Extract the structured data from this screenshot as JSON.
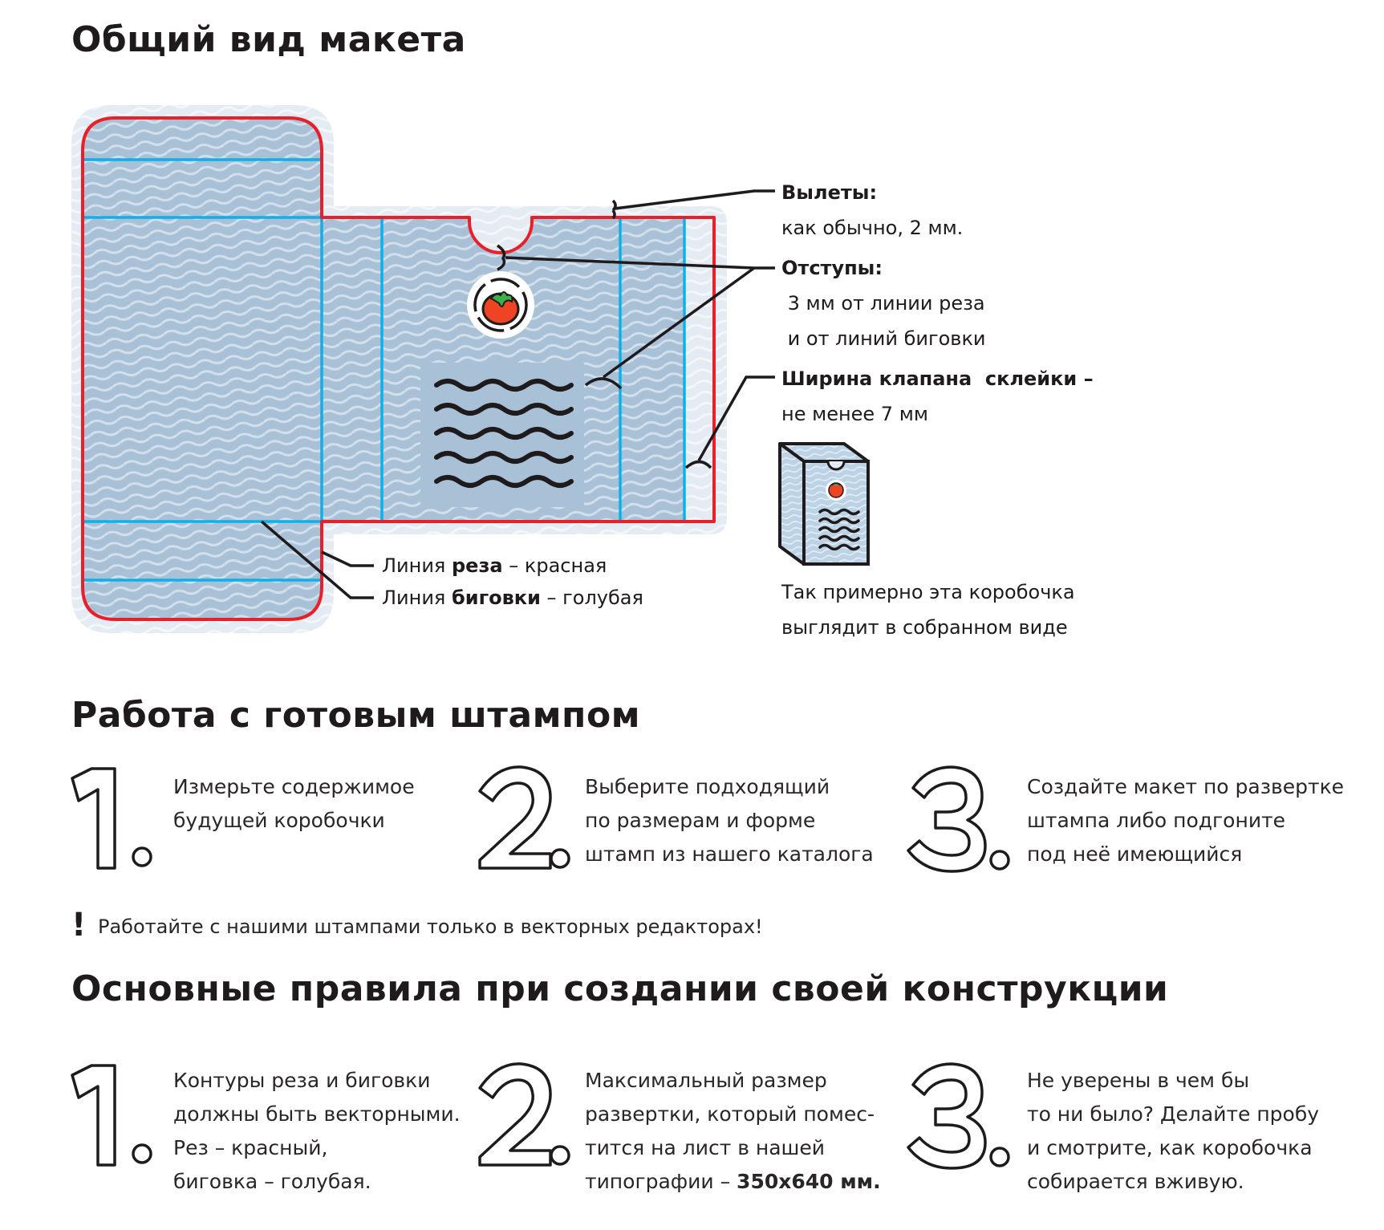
{
  "section1": {
    "title": "Общий вид макета",
    "annotations": {
      "bleed_title": "Вылеты:",
      "bleed_text": "как обычно, 2 мм.",
      "margins_title": "Отступы:",
      "margins_line1": " 3 мм от линии реза",
      "margins_line2": " и от линий биговки",
      "flap_title": "Ширина клапана  склейки –",
      "flap_text": "не менее 7 мм",
      "cut_line_prefix": "Линия ",
      "cut_line_bold": "реза",
      "cut_line_suffix": " – красная",
      "fold_line_prefix": "Линия ",
      "fold_line_bold": "биговки",
      "fold_line_suffix": " – голубая",
      "assembled_line1": "Так примерно эта коробочка",
      "assembled_line2": "выглядит в собранном виде"
    },
    "colors": {
      "cut_line": "#e8202a",
      "fold_line": "#0db0ea",
      "panel_fill": "#a8c1d7",
      "bleed_fill": "#e4ebf2",
      "wave_pattern": "#d3e0ec",
      "logo_tomato": "#ee4423",
      "logo_leaf": "#3fae49",
      "ink": "#1f1b1c"
    },
    "icons": {
      "logo": "tomato-logo-icon",
      "text_placeholder": "wavy-lines-icon",
      "assembled_box": "box-3d-icon"
    }
  },
  "section2": {
    "title": "Работа с готовым штампом",
    "steps": [
      {
        "number": "1",
        "lines": [
          "Измерьте содержимое",
          "будущей коробочки"
        ]
      },
      {
        "number": "2",
        "lines": [
          "Выберите подходящий",
          "по размерам и форме",
          "штамп из нашего каталога"
        ]
      },
      {
        "number": "3",
        "lines": [
          "Создайте макет по развертке",
          "штампа либо подгоните",
          "под неё имеющийся"
        ]
      }
    ],
    "warning_icon": "!",
    "warning_text": "Работайте с нашими штампами только в векторных редакторах!"
  },
  "section3": {
    "title": "Основные правила при создании своей конструкции",
    "steps": [
      {
        "number": "1",
        "lines": [
          "Контуры реза и биговки",
          "должны быть векторными.",
          "Рез – красный,",
          "биговка – голубая."
        ]
      },
      {
        "number": "2",
        "lines": [
          "Максимальный размер",
          "развертки, который помес-",
          "тится на лист в нашей"
        ],
        "last_line_prefix": "типографии – ",
        "last_line_bold": "350х640 мм."
      },
      {
        "number": "3",
        "lines": [
          "Не уверены в чем бы",
          "то ни было? Делайте пробу",
          "и смотрите, как коробочка",
          "собирается вживую."
        ]
      }
    ]
  }
}
